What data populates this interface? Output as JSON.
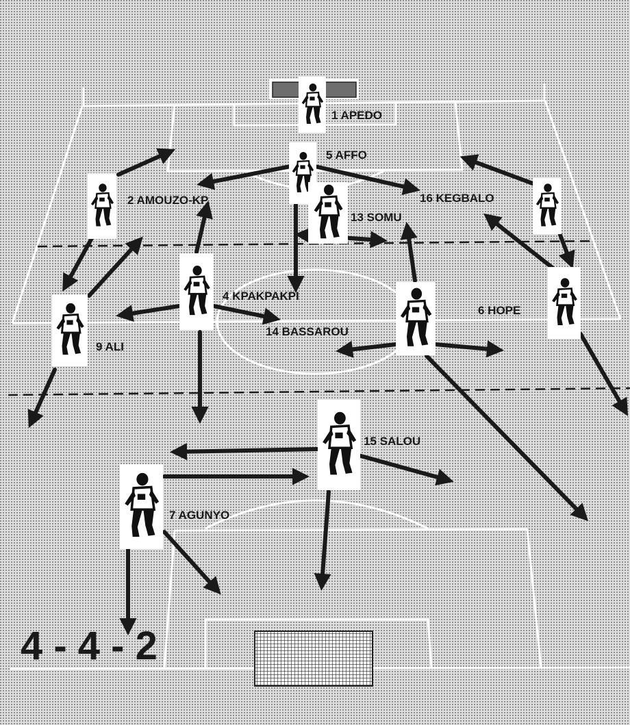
{
  "formation": "4 - 4 - 2",
  "players": [
    {
      "id": "apedo",
      "label": "1 APEDO"
    },
    {
      "id": "affo",
      "label": "5 AFFO"
    },
    {
      "id": "amouzo",
      "label": "2 AMOUZO-KP."
    },
    {
      "id": "kegbalo",
      "label": "16 KEGBALO"
    },
    {
      "id": "somu",
      "label": "13 SOMU"
    },
    {
      "id": "kpakpakpi",
      "label": "4 KPAKPAKPI"
    },
    {
      "id": "hope",
      "label": "6 HOPE"
    },
    {
      "id": "bassarou",
      "label": "14 BASSAROU"
    },
    {
      "id": "ali",
      "label": "9 ALI"
    },
    {
      "id": "salou",
      "label": "15 SALOU"
    },
    {
      "id": "agunyo",
      "label": "7 AGUNYO"
    }
  ]
}
